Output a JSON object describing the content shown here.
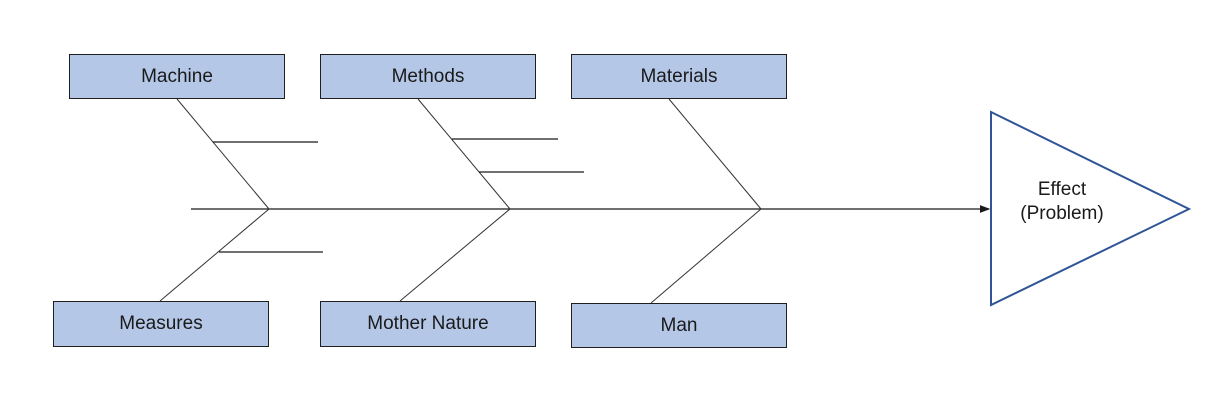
{
  "diagram": {
    "type": "fishbone",
    "colors": {
      "box_fill": "#b4c7e7",
      "box_border": "#1f1f1f",
      "effect_stroke": "#2f5597",
      "line": "#1a1a1a"
    },
    "categories_top": [
      {
        "label": "Machine",
        "sub_causes": 1
      },
      {
        "label": "Methods",
        "sub_causes": 2
      },
      {
        "label": "Materials",
        "sub_causes": 0
      }
    ],
    "categories_bottom": [
      {
        "label": "Measures",
        "sub_causes": 1
      },
      {
        "label": "Mother Nature",
        "sub_causes": 0
      },
      {
        "label": "Man",
        "sub_causes": 0
      }
    ],
    "effect": {
      "line1": "Effect",
      "line2": "(Problem)"
    }
  }
}
